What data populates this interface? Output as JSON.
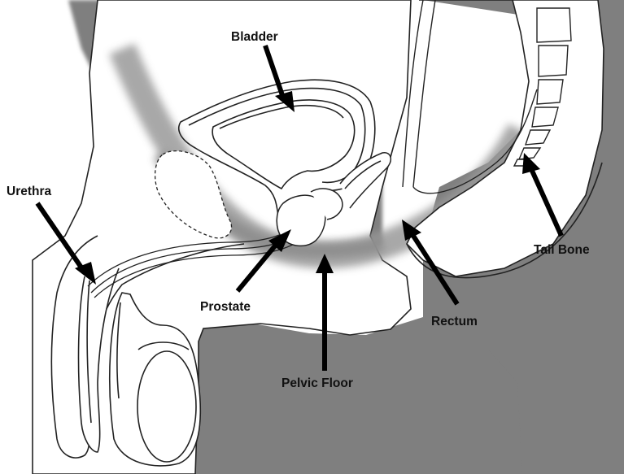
{
  "labels": {
    "bladder": "Bladder",
    "urethra": "Urethra",
    "prostate": "Prostate",
    "pelvic_floor": "Pelvic Floor",
    "rectum": "Rectum",
    "tail_bone": "Tail Bone"
  },
  "colors": {
    "tissue_gray": "#7f7f7f",
    "muscle_band": "#9a9a9a",
    "outline": "#222222",
    "arrow": "#000000",
    "background": "#ffffff"
  }
}
